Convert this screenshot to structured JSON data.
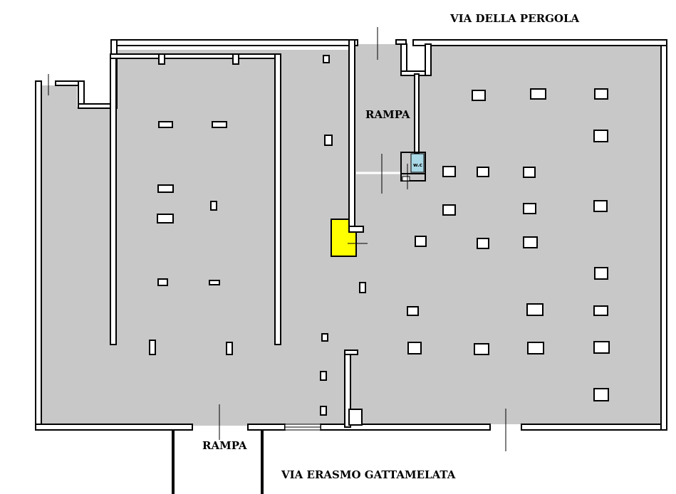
{
  "labels": {
    "street_top": "VIA DELLA PERGOLA",
    "street_bottom": "VIA ERASMO GATTAMELATA",
    "ramp_top": "RAMPA",
    "ramp_bottom": "RAMPA",
    "wc": "w.c"
  },
  "colors": {
    "floor": "#c8c8c8",
    "wall": "#000000",
    "wall_fill": "#ffffff",
    "highlight": "#ffff00",
    "wc": "#a9d8e6"
  }
}
